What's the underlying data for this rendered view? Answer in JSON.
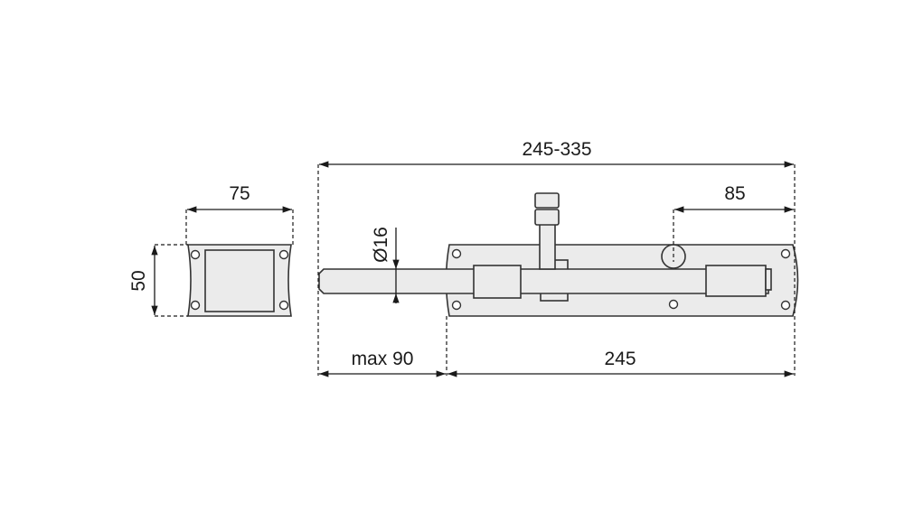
{
  "dimensions": {
    "overall_length": "245-335",
    "knob_offset": "85",
    "keeper_width": "75",
    "keeper_height": "50",
    "bolt_diameter": "Ø16",
    "bolt_travel": "max 90",
    "plate_length": "245"
  },
  "colors": {
    "line": "#1a1a1a",
    "fill": "#ebebeb"
  }
}
